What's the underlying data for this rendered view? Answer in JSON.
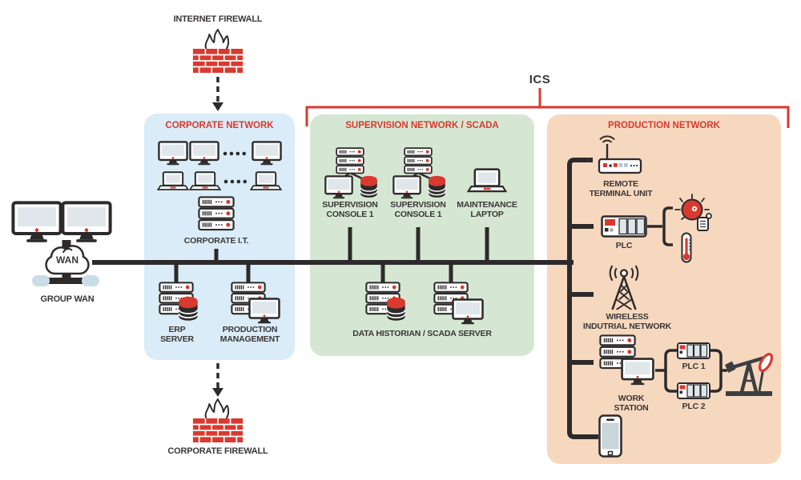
{
  "colors": {
    "accent_red": "#d9392f",
    "line_dark": "#2d2a2b",
    "text_dark": "#3a3637",
    "box_blue": "#d9ecf7",
    "box_green": "#d5e7d3",
    "box_orange": "#f6d8bf",
    "screen_gray": "#dfe7ea",
    "pill_blue": "#c9dde9",
    "led_blue": "#a9c9da",
    "pump_dark": "#3c3f42"
  },
  "ics": {
    "label": "ICS"
  },
  "top": {
    "internet_firewall": "INTERNET FIREWALL"
  },
  "bottom": {
    "corporate_firewall": "CORPORATE FIREWALL"
  },
  "wan": {
    "cloud": "WAN",
    "label": "GROUP WAN"
  },
  "corporate": {
    "title": "CORPORATE NETWORK",
    "it": "CORPORATE I.T.",
    "erp": "ERP\nSERVER",
    "pm": "PRODUCTION\nMANAGEMENT"
  },
  "supervision": {
    "title": "SUPERVISION NETWORK / SCADA",
    "console1": "SUPERVISION\nCONSOLE 1",
    "console2": "SUPERVISION\nCONSOLE 1",
    "laptop": "MAINTENANCE\nLAPTOP",
    "historian": "DATA HISTORIAN / SCADA SERVER"
  },
  "production": {
    "title": "PRODUCTION NETWORK",
    "rtu": "REMOTE\nTERMINAL UNIT",
    "plc": "PLC",
    "wireless": "WIRELESS\nINDUTRIAL NETWORK",
    "workstation": "WORK\nSTATION",
    "plc1": "PLC 1",
    "plc2": "PLC 2"
  }
}
